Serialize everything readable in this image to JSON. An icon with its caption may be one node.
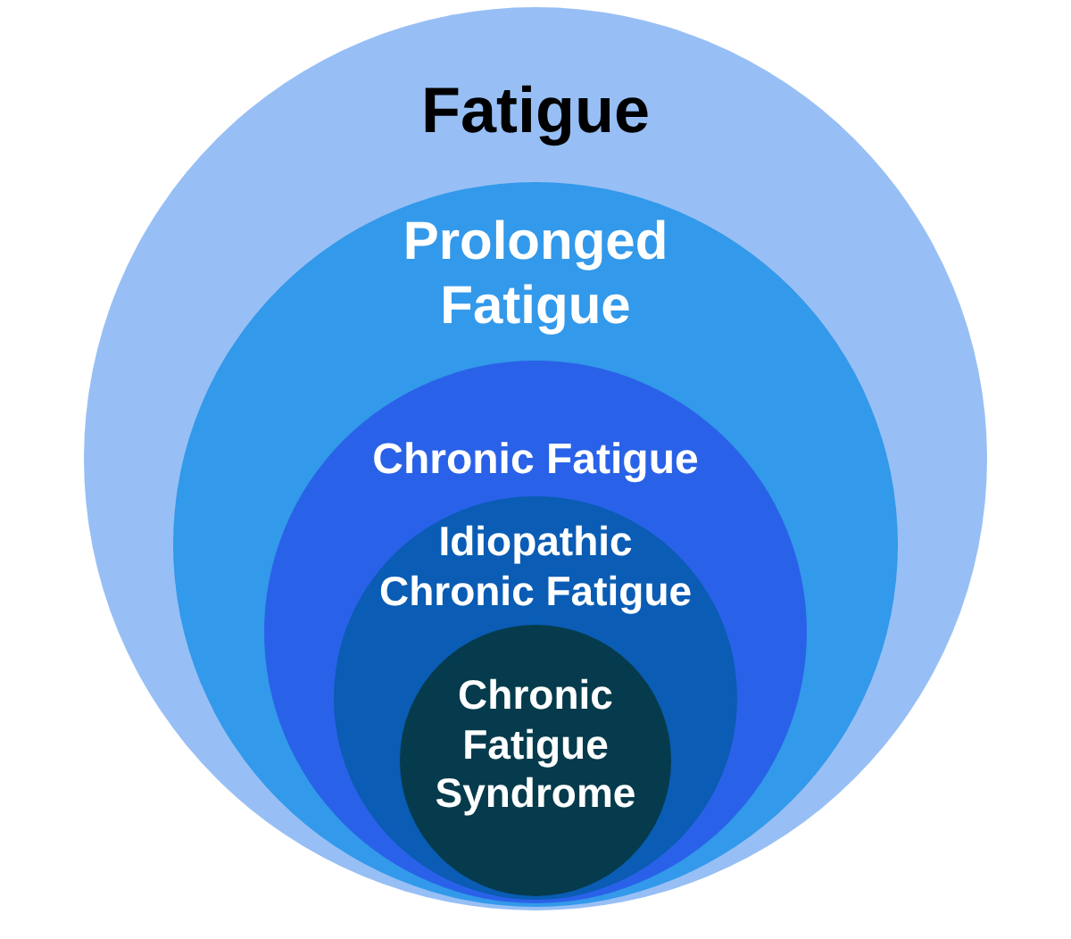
{
  "diagram": {
    "nodes": [
      {
        "text": [
          "Fatigue"
        ]
      },
      {
        "text": [
          "Prolonged Fatigue"
        ],
        "in": 0
      },
      {
        "text": [
          "Chronic Fatigue"
        ],
        "in": 1
      },
      {
        "text": [
          "Idiopathic Chronic Fatigue"
        ],
        "in": 2
      },
      {
        "text": [
          "Chronic Fatigue Syndrome"
        ],
        "in": 3
      }
    ]
  }
}
